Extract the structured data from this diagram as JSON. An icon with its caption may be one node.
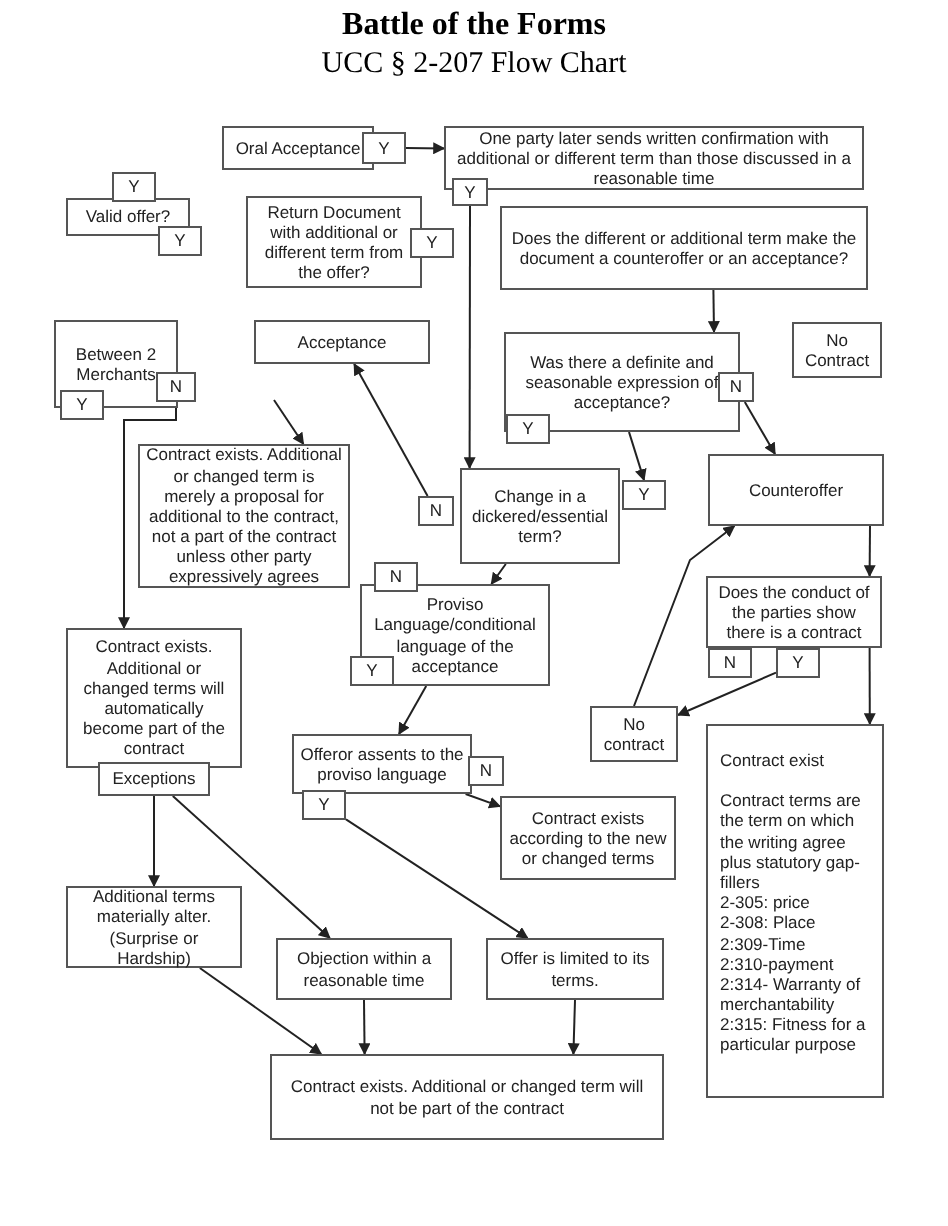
{
  "diagram": {
    "title": "Battle of the Forms",
    "nodes": [
      {
        "text": [
          "Oral Acceptance"
        ]
      },
      {
        "text": [
          "Y"
        ]
      },
      {
        "text": [
          "One party later sends written confirmation with additional or different term than those discussed in a reasonable time"
        ]
      },
      {
        "text": [
          "Y"
        ]
      },
      {
        "text": [
          "Y"
        ]
      },
      {
        "text": [
          "Valid offer?"
        ]
      },
      {
        "text": [
          "Y"
        ]
      },
      {
        "text": [
          "Return Document with additional or different term from the offer?"
        ]
      },
      {
        "text": [
          "Y"
        ]
      },
      {
        "text": [
          "Does the different or additional term make the document a counteroffer or an acceptance?"
        ]
      },
      {
        "text": [
          "Between 2 Merchants"
        ]
      },
      {
        "text": [
          "Y"
        ]
      },
      {
        "text": [
          "N"
        ]
      },
      {
        "text": [
          "Acceptance"
        ]
      },
      {
        "text": [
          "Was there a definite and seasonable expression of acceptance?"
        ]
      },
      {
        "text": [
          "N"
        ]
      },
      {
        "text": [
          "Y"
        ]
      },
      {
        "text": [
          "No Contract"
        ]
      },
      {
        "text": [
          "Contract exists. Additional or changed term is merely a proposal for additional to the contract, not a part of the contract unless other party expressively agrees"
        ]
      },
      {
        "text": [
          "Change in a dickered/essential term?"
        ]
      },
      {
        "text": [
          "Y"
        ]
      },
      {
        "text": [
          "N"
        ]
      },
      {
        "text": [
          "Counteroffer"
        ]
      },
      {
        "text": [
          "N"
        ]
      },
      {
        "text": [
          "Proviso Language/conditional language of the acceptance"
        ]
      },
      {
        "text": [
          "Y"
        ]
      },
      {
        "text": [
          "Does the conduct of the parties show there is a contract"
        ]
      },
      {
        "text": [
          "N"
        ]
      },
      {
        "text": [
          "Y"
        ]
      },
      {
        "text": [
          "Contract exists. Additional or changed terms will automatically become part of the contract"
        ]
      },
      {
        "text": [
          "Exceptions"
        ]
      },
      {
        "text": [
          "No contract"
        ]
      },
      {
        "text": [
          "Offeror assents to the proviso language"
        ]
      },
      {
        "text": [
          "N"
        ]
      },
      {
        "text": [
          "Y"
        ]
      },
      {
        "text": [
          "Contract exist",
          "Contract terms are the term on which the writing agree plus statutory gap-fillers",
          "2-305: price",
          "2-308: Place",
          "2:309-Time",
          "2:310-payment",
          "2:314- Warranty of merchantability",
          "2:315: Fitness for a particular purpose"
        ]
      },
      {
        "text": [
          "Contract exists according to the new or changed terms"
        ]
      },
      {
        "text": [
          "Additional terms materially alter. (Surprise or Hardship)"
        ]
      },
      {
        "text": [
          "Objection within a reasonable time"
        ]
      },
      {
        "text": [
          "Offer is limited to its terms."
        ]
      },
      {
        "text": [
          "Contract exists. Additional or changed term will not be part of the contract"
        ]
      }
    ],
    "edges": [
      {
        "from": 1,
        "to": 2,
        "arrow": "to"
      },
      {
        "from": 3,
        "to": 19,
        "arrow": "to"
      },
      {
        "from": 9,
        "to": 14,
        "arrow": "to"
      },
      {
        "from": 14,
        "to": 20,
        "arrow": "to"
      },
      {
        "from": 15,
        "to": 22,
        "arrow": "to"
      },
      {
        "from": 31,
        "to": 22,
        "arrow": "to"
      },
      {
        "from": 22,
        "to": 26,
        "arrow": "to"
      },
      {
        "from": 28,
        "to": 31,
        "arrow": "to"
      },
      {
        "from": 26,
        "to": 35,
        "arrow": "to"
      },
      {
        "from": 19,
        "to": 24,
        "arrow": "to"
      },
      {
        "from": 21,
        "to": 13,
        "arrow": "to"
      },
      {
        "from": 24,
        "to": 32,
        "arrow": "to"
      },
      {
        "from": 32,
        "to": 36,
        "arrow": "to"
      },
      {
        "from": 34,
        "to": 39,
        "arrow": "to"
      },
      {
        "from": 12,
        "to": 29,
        "arrow": "to"
      },
      {
        "from": null,
        "to": 18,
        "arrow": "to"
      },
      {
        "from": 30,
        "to": 37,
        "arrow": "to"
      },
      {
        "from": 30,
        "to": 38,
        "arrow": "to"
      },
      {
        "from": 37,
        "to": 40,
        "arrow": "to"
      },
      {
        "from": 38,
        "to": 40,
        "arrow": "to"
      },
      {
        "from": 39,
        "to": 40,
        "arrow": "to"
      }
    ],
    "labels": [
      "UCC § 2-207 Flow Chart"
    ]
  }
}
